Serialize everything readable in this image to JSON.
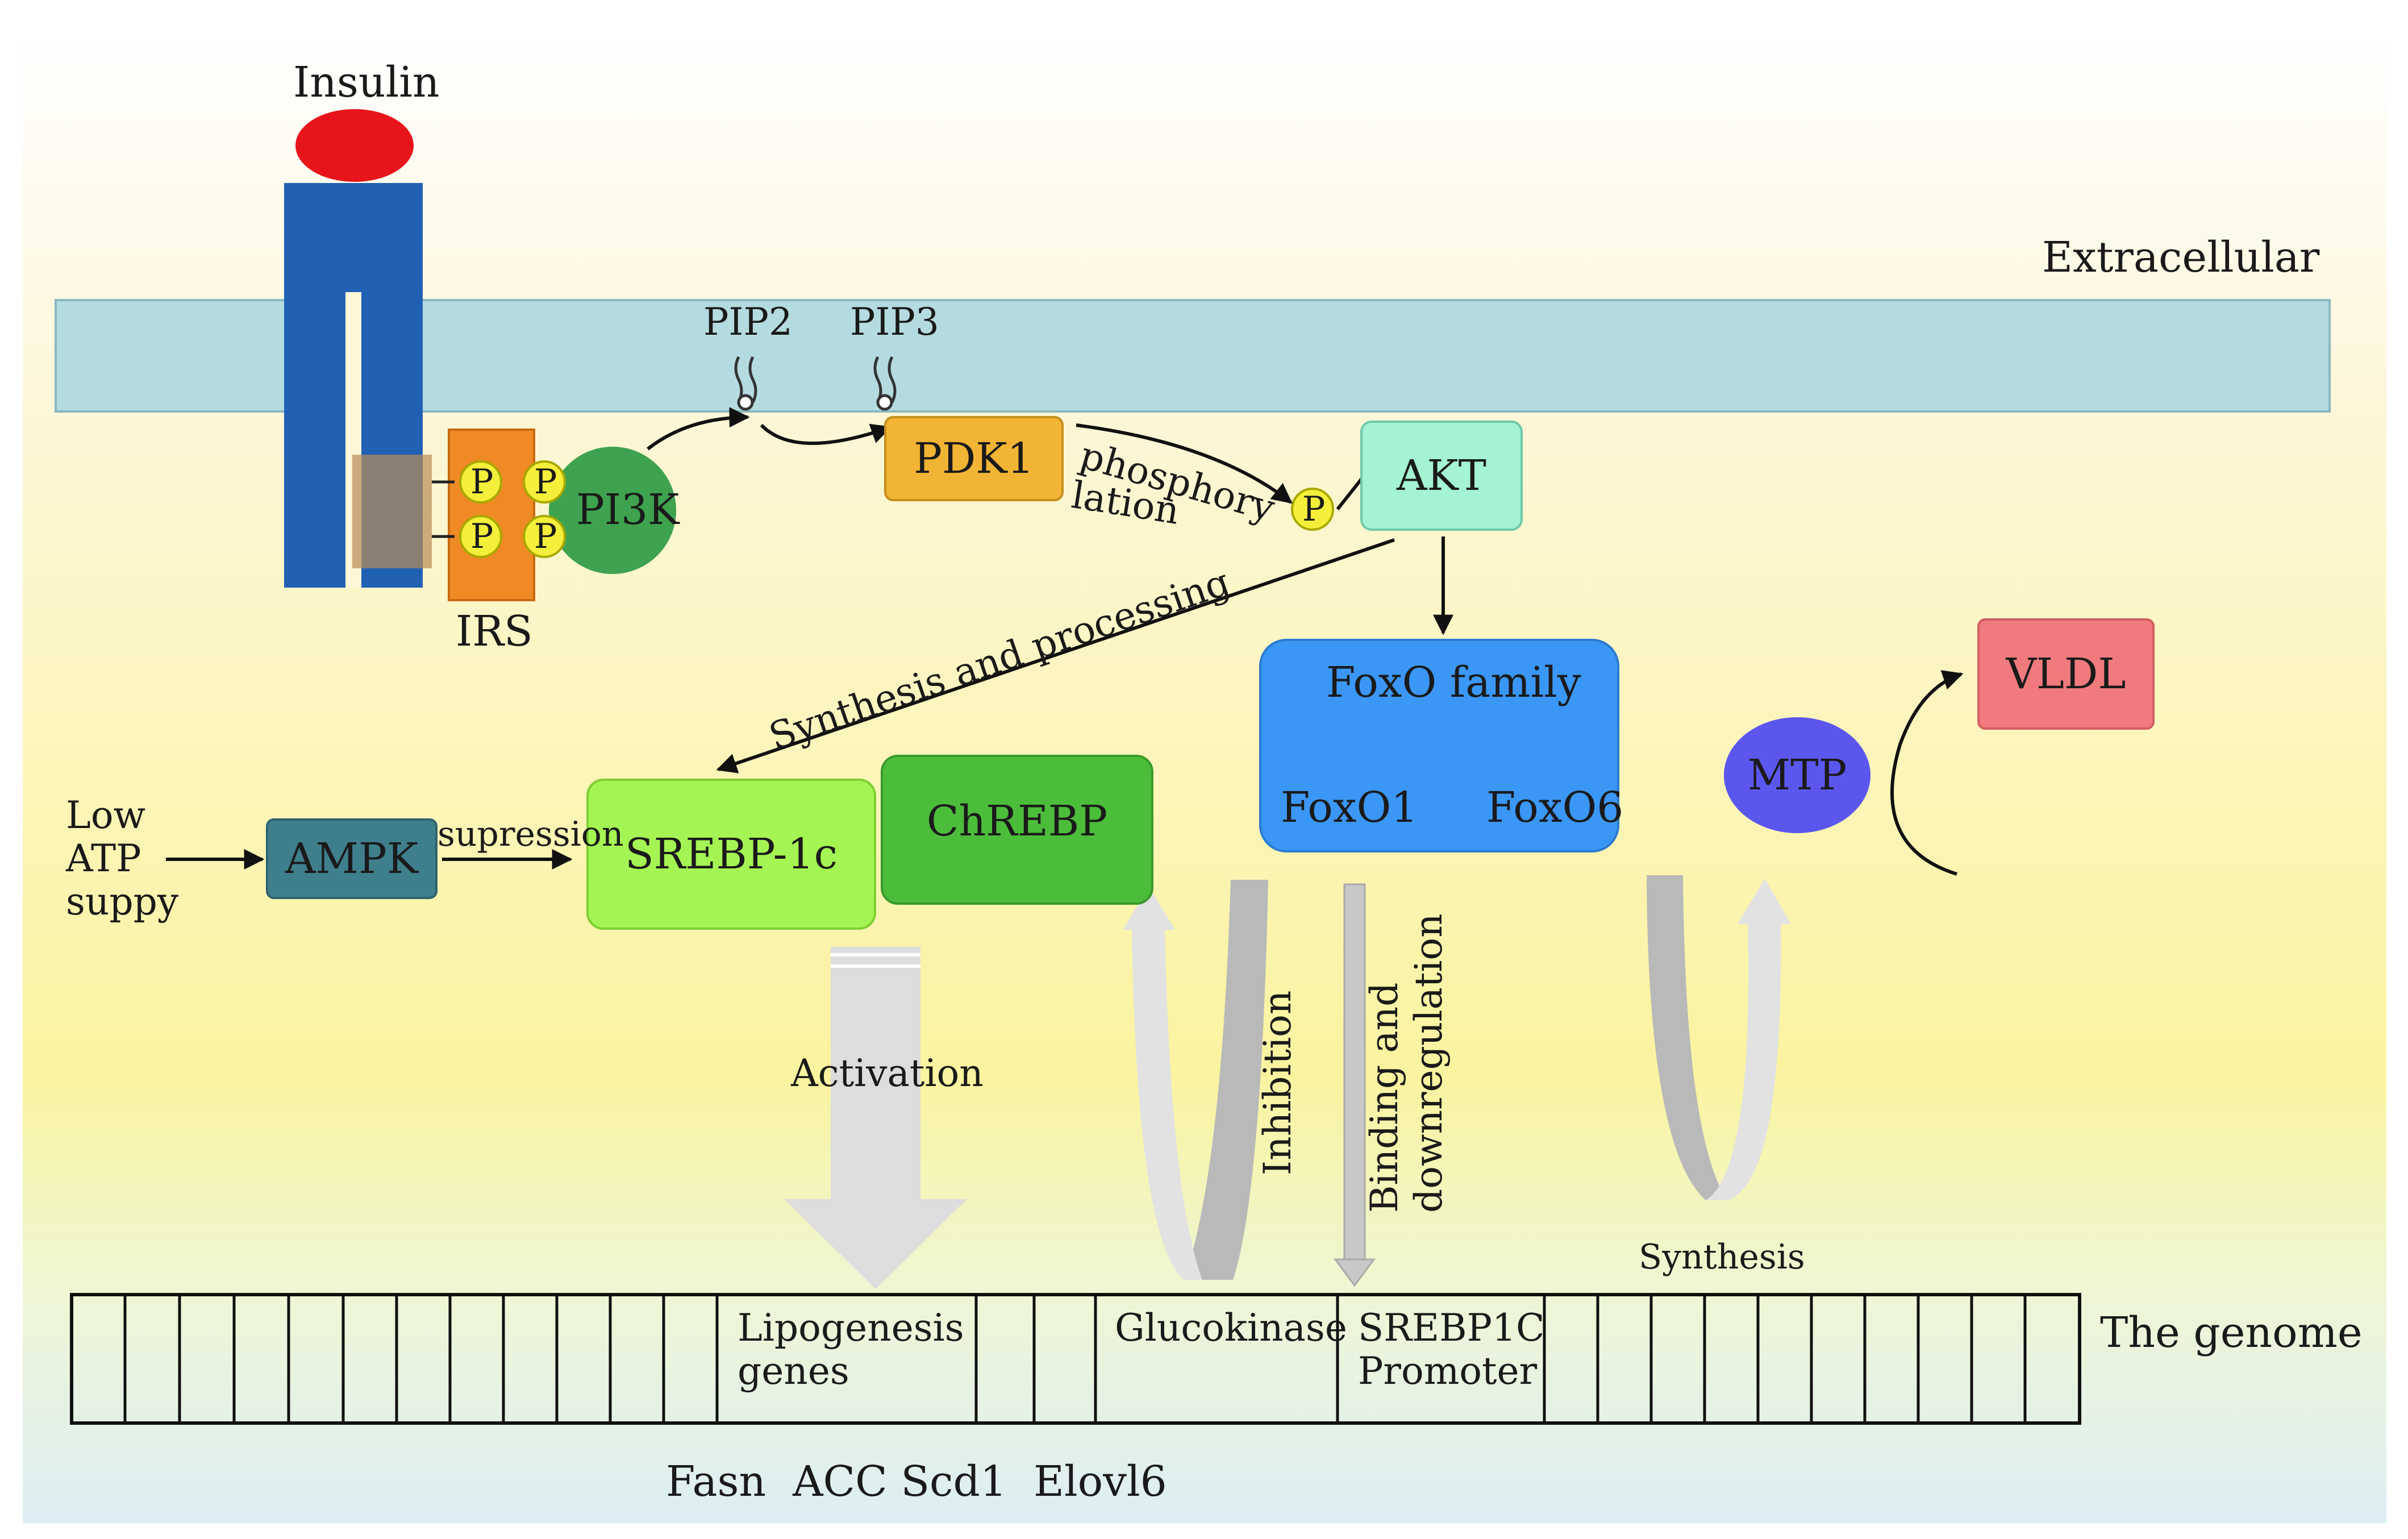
{
  "labels": {
    "insulin": "Insulin",
    "extracellular": "Extracellular",
    "pip2": "PIP2",
    "pip3": "PIP3",
    "pdk1": "PDK1",
    "phosphorylation_1": "phosphory",
    "phosphorylation_2": "lation",
    "akt": "AKT",
    "p": "P",
    "pi3k": "PI3K",
    "irs": "IRS",
    "synthesis_processing": "Synthesis and processing",
    "foxo_family": "FoxO family",
    "foxo1": "FoxO1",
    "foxo6": "FoxO6",
    "vldl": "VLDL",
    "mtp": "MTP",
    "low_atp_1": "Low",
    "low_atp_2": "ATP",
    "low_atp_3": "suppy",
    "ampk": "AMPK",
    "supression": "supression",
    "srebp1c": "SREBP-1c",
    "chrebp": "ChREBP",
    "activation": "Activation",
    "inhibition": "Inhibition",
    "binding_1": "Binding and",
    "binding_2": "downregulation",
    "synthesis": "Synthesis",
    "lipogenesis_1": "Lipogenesis",
    "lipogenesis_2": "genes",
    "glucokinase": "Glucokinase",
    "srebp1c_promoter_1": "SREBP1C",
    "srebp1c_promoter_2": "Promoter",
    "genome": "The genome",
    "genes_list": "Fasn  ACC Scd1  Elovl6"
  },
  "colors": {
    "insulin": "#e8141b",
    "receptor": "#2161b3",
    "membrane": "#b4dbe0",
    "irs": "#f08a25",
    "p_circle": "#f4ef3a",
    "pi3k": "#3ea24e",
    "pdk1": "#f2b434",
    "akt": "#a4f3d3",
    "foxo": "#3b97f6",
    "vldl": "#f07a7d",
    "mtp": "#5b57ee",
    "ampk": "#3f7f8c",
    "srebp": "#a4f553",
    "chrebp": "#4cbc3b",
    "grey_arrow": "#c8c8c8"
  }
}
